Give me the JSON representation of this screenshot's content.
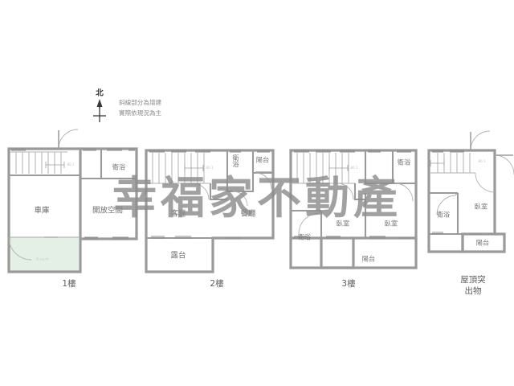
{
  "watermark": {
    "text": "幸福家不動產"
  },
  "compass": {
    "label": "北",
    "icon": "compass-north-icon"
  },
  "notes": {
    "line1": "斜線部分為增建",
    "line2": "實際依現況為主"
  },
  "colors": {
    "wall": "#9a9a9a",
    "extension_fill": "#e4efe5",
    "label_text": "#6e6e6e",
    "background": "#ffffff"
  },
  "floors": [
    {
      "id": "floor-1",
      "caption": "1樓",
      "rooms": [
        {
          "name": "車庫",
          "id": "garage"
        },
        {
          "name": "開放空間",
          "id": "open-space"
        },
        {
          "name": "衛浴",
          "id": "bathroom"
        },
        {
          "name": "6 sq m",
          "id": "extension-area"
        }
      ]
    },
    {
      "id": "floor-2",
      "caption": "2樓",
      "rooms": [
        {
          "name": "客廳",
          "id": "living-room"
        },
        {
          "name": "餐廳",
          "id": "dining-room"
        },
        {
          "name": "衛浴",
          "id": "bathroom"
        },
        {
          "name": "陽台",
          "id": "balcony"
        },
        {
          "name": "露台",
          "id": "terrace"
        }
      ]
    },
    {
      "id": "floor-3",
      "caption": "3樓",
      "rooms": [
        {
          "name": "臥室",
          "id": "bedroom-1"
        },
        {
          "name": "臥室",
          "id": "bedroom-2"
        },
        {
          "name": "衛浴",
          "id": "bathroom-1"
        },
        {
          "name": "衛浴",
          "id": "bathroom-2"
        },
        {
          "name": "陽台",
          "id": "balcony"
        }
      ]
    },
    {
      "id": "floor-roof",
      "caption_line1": "屋頂突",
      "caption_line2": "出物",
      "rooms": [
        {
          "name": "臥室",
          "id": "bedroom"
        },
        {
          "name": "衛浴",
          "id": "bathroom"
        },
        {
          "name": "陽台",
          "id": "balcony"
        }
      ]
    }
  ],
  "dimensions": {
    "stair_note": "80.1"
  }
}
